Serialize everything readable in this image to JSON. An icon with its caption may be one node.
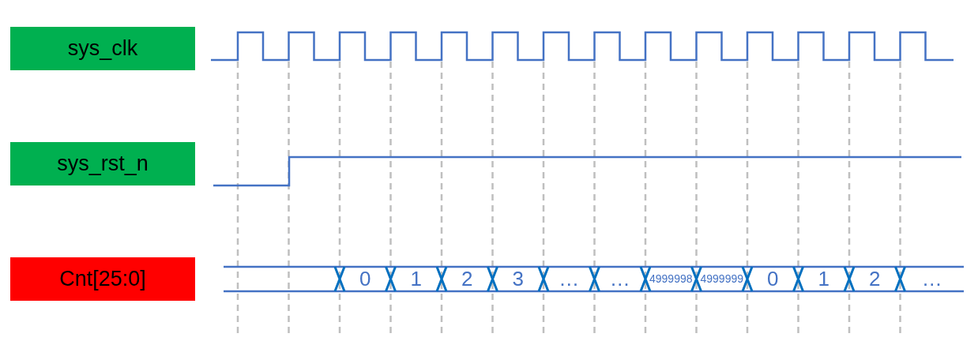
{
  "diagram": {
    "nodes": [
      {
        "text": [
          "sys_clk"
        ]
      },
      {
        "text": [
          "sys_rst_n"
        ]
      },
      {
        "text": [
          "Cnt[25:0]"
        ]
      }
    ],
    "labels": [
      "0",
      "1",
      "2",
      "3",
      "…",
      "…",
      "4999998",
      "4999999",
      "0",
      "1",
      "2",
      "…"
    ]
  }
}
